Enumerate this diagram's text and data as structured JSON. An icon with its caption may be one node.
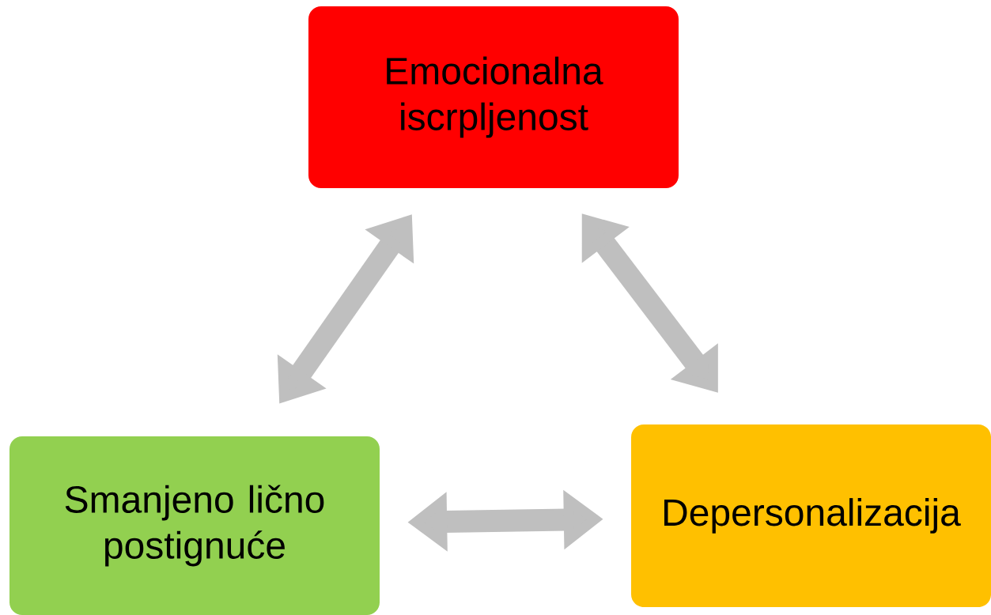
{
  "diagram": {
    "nodes": [
      {
        "text": [
          "Emocionalna iscrpljenost"
        ]
      },
      {
        "text": [
          "Smanjeno lično postignuće"
        ]
      },
      {
        "text": [
          "Depersonalizacija"
        ]
      }
    ],
    "edges": [
      {
        "from": 0,
        "to": 1,
        "arrow": "both"
      },
      {
        "from": 0,
        "to": 2,
        "arrow": "both"
      },
      {
        "from": 1,
        "to": 2,
        "arrow": "both"
      }
    ]
  }
}
